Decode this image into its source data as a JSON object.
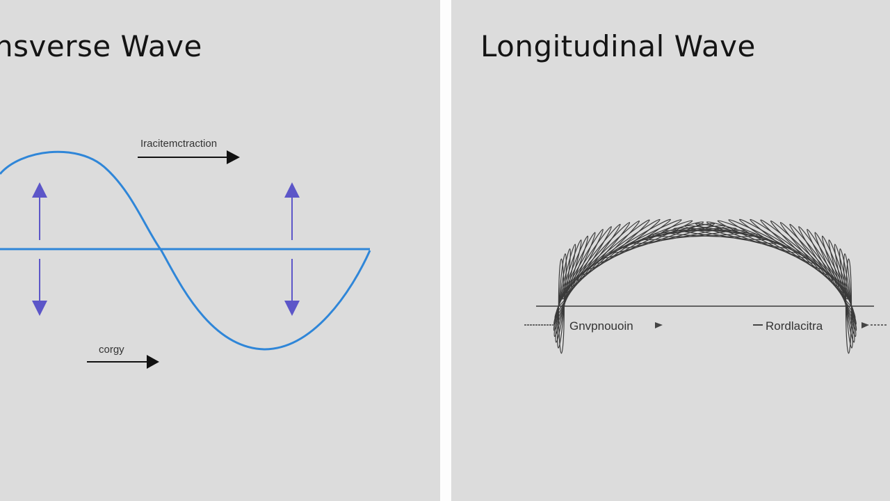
{
  "left_panel": {
    "title": "nsverse Wave",
    "labels": {
      "top_arrow": "Iracitemctraction",
      "bottom_arrow": "corgy"
    },
    "colors": {
      "wave": "#2f86d8",
      "arrows": "#5c56c8"
    }
  },
  "right_panel": {
    "title": "Longitudinal Wave",
    "labels": {
      "left": "Gnvpnouoin",
      "right": "Rordlacitra"
    },
    "colors": {
      "coils": "#3a3a3a"
    }
  }
}
